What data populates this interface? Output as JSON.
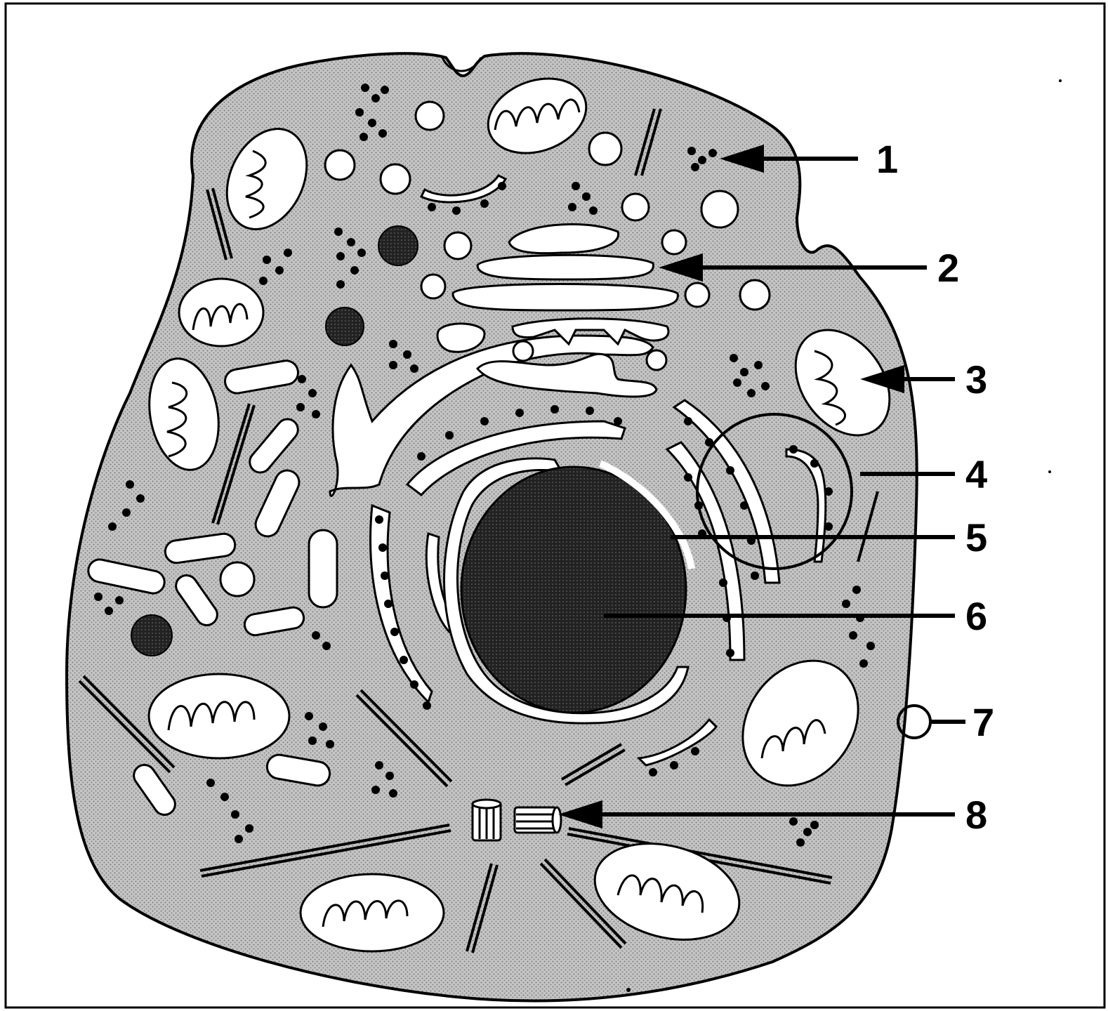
{
  "diagram": {
    "subject": "animal-cell",
    "labels": [
      {
        "number": "1",
        "points_to": "ribosome-cluster"
      },
      {
        "number": "2",
        "points_to": "golgi-apparatus"
      },
      {
        "number": "3",
        "points_to": "mitochondrion"
      },
      {
        "number": "4",
        "points_to": "rough-endoplasmic-reticulum"
      },
      {
        "number": "5",
        "points_to": "nuclear-envelope"
      },
      {
        "number": "6",
        "points_to": "nucleus"
      },
      {
        "number": "7",
        "points_to": "cell-membrane"
      },
      {
        "number": "8",
        "points_to": "centrioles"
      }
    ]
  },
  "colors": {
    "cytoplasm": "#bdbdbd",
    "ink": "#000000",
    "background": "#ffffff"
  }
}
